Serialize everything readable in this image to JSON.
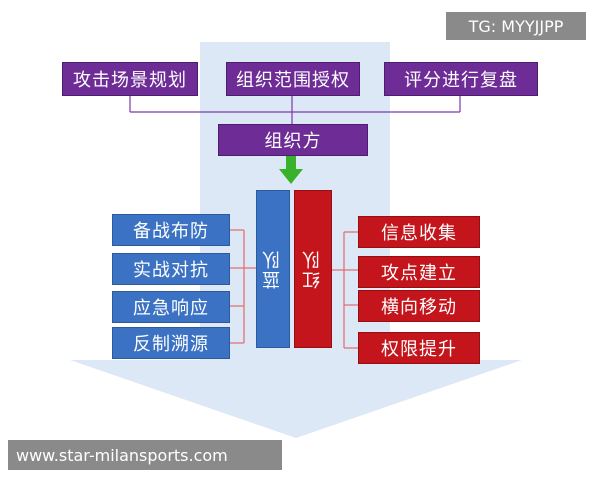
{
  "top_items": [
    "攻击场景规划",
    "组织范围授权",
    "评分进行复盘"
  ],
  "organizer": "组织方",
  "blue_team": "蓝队",
  "red_team": "红队",
  "blue_items": [
    "备战布防",
    "实战对抗",
    "应急响应",
    "反制溯源"
  ],
  "red_items": [
    "信息收集",
    "攻点建立",
    "横向移动",
    "权限提升"
  ],
  "watermark_top": "TG: MYYJJPP",
  "watermark_bottom": "www.star-milansports.com",
  "colors": {
    "purple": "#6e2c96",
    "blue": "#3b72c4",
    "red": "#c3151b",
    "green_arrow": "#38b22b",
    "arrow_bg": "#dde8f6"
  }
}
